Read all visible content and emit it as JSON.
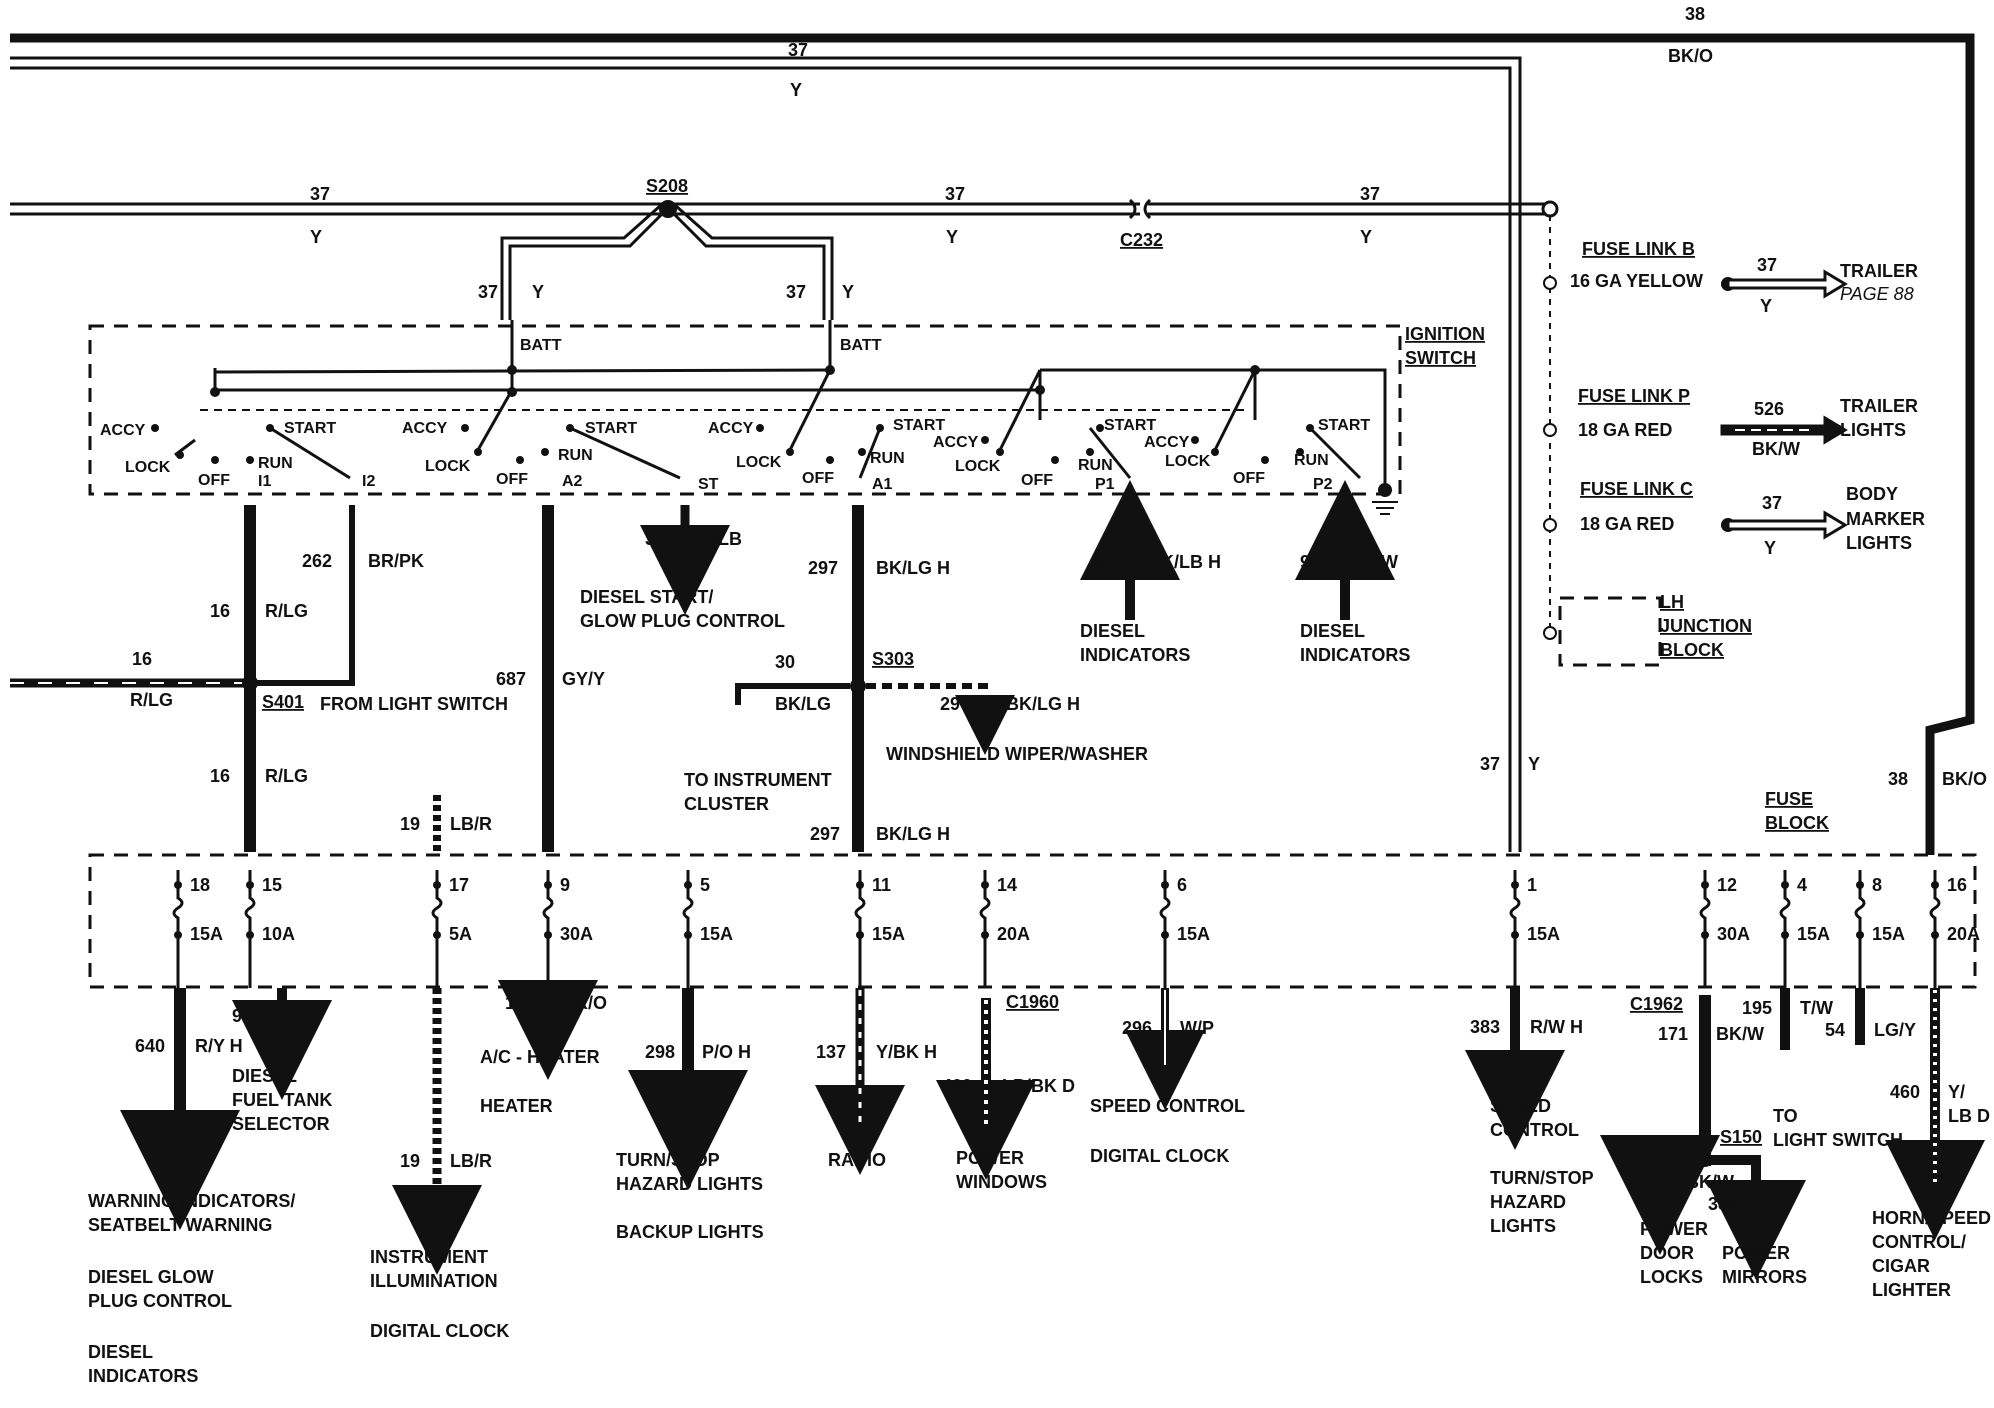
{
  "top_wires": {
    "w38": {
      "num": "38",
      "color": "BK/O"
    },
    "w37a": {
      "num": "37",
      "color": "Y"
    },
    "w37b_left": {
      "num": "37",
      "color": "Y"
    },
    "w37b_mid": {
      "num": "37",
      "color": "Y"
    },
    "w37b_right": {
      "num": "37",
      "color": "Y"
    }
  },
  "splices": {
    "s208": "S208",
    "c232": "C232",
    "s401": "S401",
    "s303": "S303",
    "s150": "S150",
    "c1960": "C1960",
    "c1962": "C1962"
  },
  "ignition": {
    "title_line1": "IGNITION",
    "title_line2": "SWITCH",
    "batt": "BATT",
    "feed_left": {
      "num": "37",
      "color": "Y"
    },
    "feed_right": {
      "num": "37",
      "color": "Y"
    },
    "accy": "ACCY",
    "lock": "LOCK",
    "off": "OFF",
    "run": "RUN",
    "start": "START",
    "terms": {
      "i1": "I1",
      "i2": "I2",
      "a2": "A2",
      "st": "ST",
      "a1": "A1",
      "p1": "P1",
      "p2": "P2"
    }
  },
  "fuse_links": {
    "b_title": "FUSE LINK B",
    "b_spec": "16 GA YELLOW",
    "b_wire": {
      "num": "37",
      "color": "Y"
    },
    "b_dest1": "TRAILER",
    "b_dest2": "PAGE 88",
    "p_title": "FUSE LINK P",
    "p_spec": "18 GA RED",
    "p_wire": {
      "num": "526",
      "color": "BK/W"
    },
    "p_dest1": "TRAILER",
    "p_dest2": "LIGHTS",
    "c_title": "FUSE LINK C",
    "c_spec": "18 GA RED",
    "c_wire": {
      "num": "37",
      "color": "Y"
    },
    "c_dest1": "BODY",
    "c_dest2": "MARKER",
    "c_dest3": "LIGHTS",
    "lh1": "LH",
    "lh2": "JUNCTION",
    "lh3": "BLOCK"
  },
  "mid_wires": {
    "w16_r_lg_top": {
      "num": "16",
      "color": "R/LG"
    },
    "w262": {
      "num": "262",
      "color": "BR/PK"
    },
    "w16_left": {
      "num": "16",
      "color": "R/LG"
    },
    "from_light_switch": "FROM LIGHT SWITCH",
    "w16_bottom": {
      "num": "16",
      "color": "R/LG"
    },
    "w32": {
      "num": "32",
      "color": "R/LB"
    },
    "diesel_start1": "DIESEL START/",
    "diesel_start2": "GLOW PLUG CONTROL",
    "w297a": {
      "num": "297",
      "color": "BK/LG H"
    },
    "w41": {
      "num": "41",
      "color": "BK/LB H"
    },
    "w977": {
      "num": "977",
      "color": "P/W"
    },
    "diesel_ind1": "DIESEL",
    "diesel_ind2": "INDICATORS",
    "diesel_ind3": "DIESEL",
    "diesel_ind4": "INDICATORS",
    "w687": {
      "num": "687",
      "color": "GY/Y"
    },
    "w30": {
      "num": "30",
      "color": "BK/LG"
    },
    "w297b": {
      "num": "297",
      "color": "BK/LG H"
    },
    "wiper": "WINDSHIELD WIPER/WASHER",
    "to_cluster1": "TO INSTRUMENT",
    "to_cluster2": "CLUSTER",
    "w297c": {
      "num": "297",
      "color": "BK/LG H"
    },
    "w19": {
      "num": "19",
      "color": "LB/R"
    },
    "w37_right": {
      "num": "37",
      "color": "Y"
    },
    "w38_right": {
      "num": "38",
      "color": "BK/O"
    },
    "fuse_block1": "FUSE",
    "fuse_block2": "BLOCK"
  },
  "fuses": [
    {
      "num": "18",
      "amp": "15A"
    },
    {
      "num": "15",
      "amp": "10A"
    },
    {
      "num": "17",
      "amp": "5A"
    },
    {
      "num": "9",
      "amp": "30A"
    },
    {
      "num": "5",
      "amp": "15A"
    },
    {
      "num": "11",
      "amp": "15A"
    },
    {
      "num": "14",
      "amp": "20A"
    },
    {
      "num": "6",
      "amp": "15A"
    },
    {
      "num": "1",
      "amp": "15A"
    },
    {
      "num": "12",
      "amp": "30A"
    },
    {
      "num": "4",
      "amp": "15A"
    },
    {
      "num": "8",
      "amp": "15A"
    },
    {
      "num": "16",
      "amp": "20A"
    }
  ],
  "outputs": {
    "w640": {
      "num": "640",
      "color": "R/Y H"
    },
    "out640_1": "WARNING INDICATORS/",
    "out640_2": "SEATBELT WARNING",
    "out640_3": "DIESEL GLOW",
    "out640_4": "PLUG CONTROL",
    "out640_5": "DIESEL",
    "out640_6": "INDICATORS",
    "w973": {
      "num": "973",
      "color": "R"
    },
    "out973_1": "DIESEL",
    "out973_2": "FUEL TANK",
    "out973_3": "SELECTOR",
    "w19b": {
      "num": "19",
      "color": "LB/R"
    },
    "out19_1": "INSTRUMENT",
    "out19_2": "ILLUMINATION",
    "out19_3": "DIGITAL CLOCK",
    "w181": {
      "num": "181",
      "color": "BR/O"
    },
    "out181_1": "A/C - HEATER",
    "out181_2": "HEATER",
    "w298": {
      "num": "298",
      "color": "P/O H"
    },
    "out298_1": "TURN/STOP",
    "out298_2": "HAZARD LIGHTS",
    "out298_3": "BACKUP LIGHTS",
    "w137": {
      "num": "137",
      "color": "Y/BK H"
    },
    "out137": "RADIO",
    "w400": {
      "num": "400",
      "color": "LB/BK D"
    },
    "out400_1": "POWER",
    "out400_2": "WINDOWS",
    "w296": {
      "num": "296",
      "color": "W/P"
    },
    "out296_1": "SPEED CONTROL",
    "out296_2": "DIGITAL CLOCK",
    "w383": {
      "num": "383",
      "color": "R/W H"
    },
    "out383_1": "SPEED",
    "out383_2": "CONTROL",
    "out383_3": "TURN/STOP",
    "out383_4": "HAZARD",
    "out383_5": "LIGHTS",
    "w171": {
      "num": "171",
      "color": "BK/W"
    },
    "w195": {
      "num": "195",
      "color": "T/W"
    },
    "w54": {
      "num": "54",
      "color": "LG/Y"
    },
    "to_ls1": "TO",
    "to_ls2": "LIGHT SWITCH",
    "w171b": {
      "num": "171",
      "color": "BK/W"
    },
    "w388": {
      "num": "388",
      "color": "R"
    },
    "pdl1": "POWER",
    "pdl2": "DOOR",
    "pdl3": "LOCKS",
    "pm1": "POWER",
    "pm2": "MIRRORS",
    "w460": {
      "num": "460",
      "color1": "Y/",
      "color2": "LB D"
    },
    "horn1": "HORN/SPEED",
    "horn2": "CONTROL/",
    "horn3": "CIGAR",
    "horn4": "LIGHTER"
  }
}
